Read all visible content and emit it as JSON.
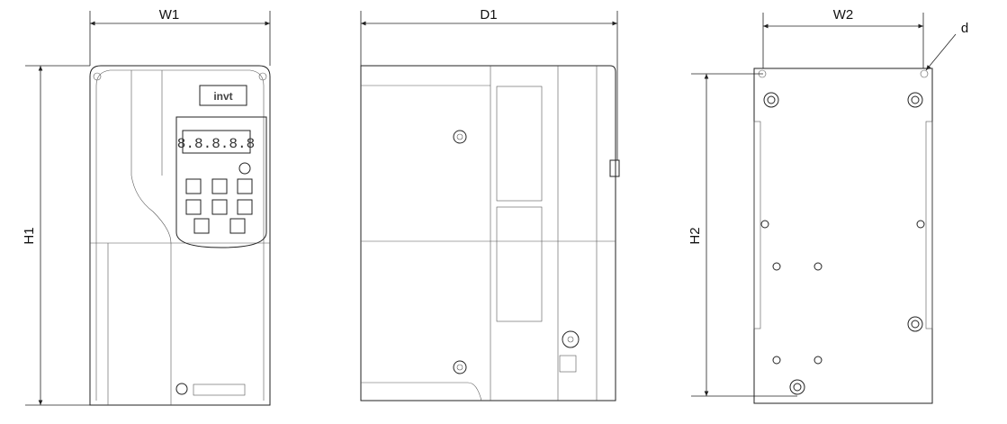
{
  "dimensions": {
    "w1": "W1",
    "h1": "H1",
    "d1": "D1",
    "w2": "W2",
    "h2": "H2",
    "d": "d"
  },
  "front_view": {
    "logo": "invt",
    "display": "8.8.8.8.8"
  }
}
